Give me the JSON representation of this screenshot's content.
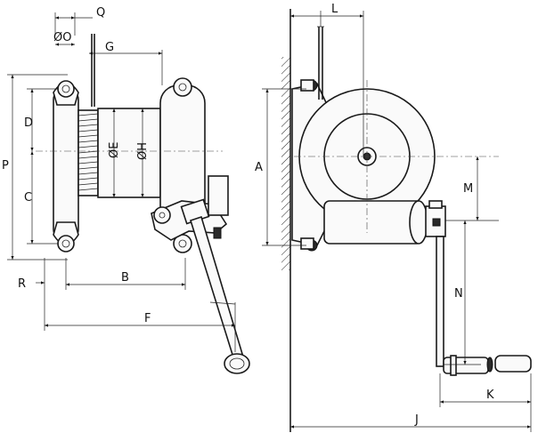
{
  "labels": {
    "Q": "Q",
    "OD": "ØO",
    "G": "G",
    "P": "P",
    "D": "D",
    "C": "C",
    "OE": "ØE",
    "OH": "ØH",
    "R": "R",
    "B": "B",
    "F": "F",
    "L": "L",
    "A": "A",
    "M": "M",
    "N": "N",
    "K": "K",
    "J": "J"
  }
}
